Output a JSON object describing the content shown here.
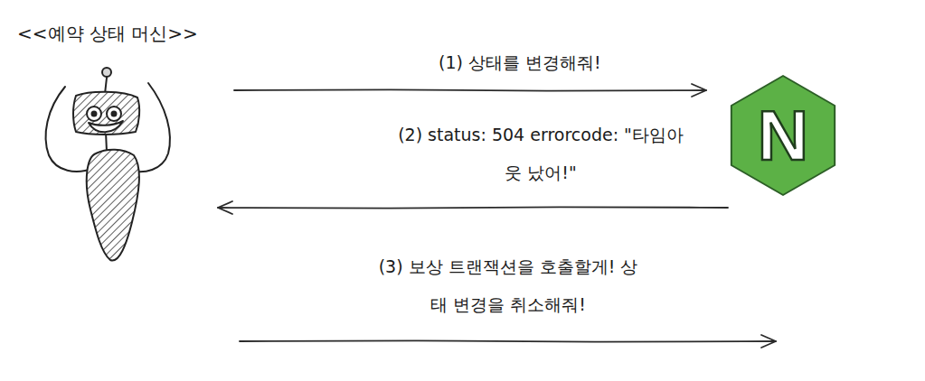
{
  "diagram": {
    "nodes": [
      {
        "text": [
          "<<예약 상태 머신>>"
        ]
      },
      {
        "text": [
          "N"
        ]
      }
    ],
    "edges": [
      {
        "from": 0,
        "to": 1,
        "arrow": "to",
        "label": "(1) 상태를 변경해줘!"
      },
      {
        "from": 1,
        "to": 0,
        "arrow": "to",
        "label": "(2) status: 504 errorcode: \"타임아웃 났어!\""
      },
      {
        "from": 0,
        "to": 1,
        "arrow": "to",
        "label": "(3) 보상 트랜잭션을 호출할게! 상태 변경을 취소해줘!"
      }
    ]
  }
}
